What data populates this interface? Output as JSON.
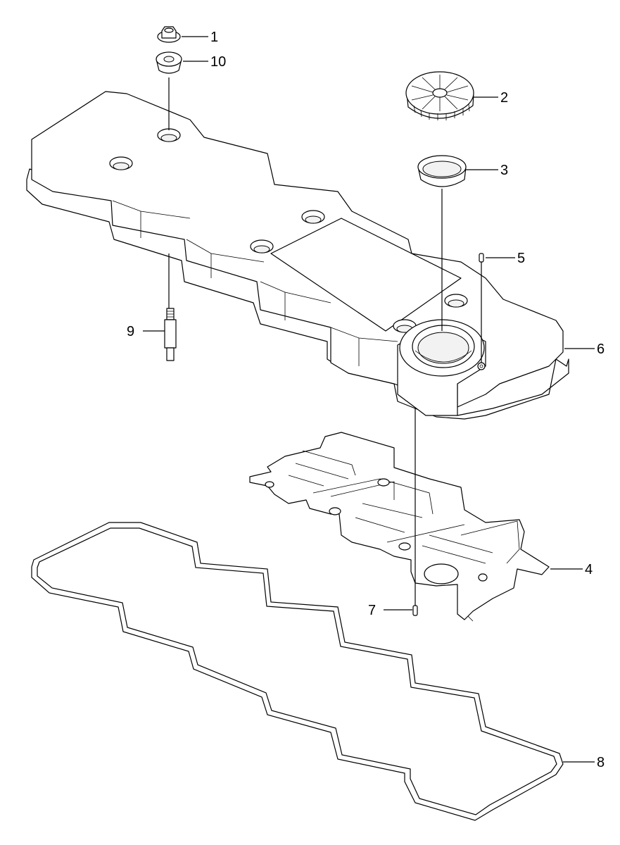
{
  "diagram": {
    "callouts": [
      {
        "id": "1",
        "label": "1"
      },
      {
        "id": "10",
        "label": "10"
      },
      {
        "id": "2",
        "label": "2"
      },
      {
        "id": "3",
        "label": "3"
      },
      {
        "id": "5",
        "label": "5"
      },
      {
        "id": "6",
        "label": "6"
      },
      {
        "id": "9",
        "label": "9"
      },
      {
        "id": "4",
        "label": "4"
      },
      {
        "id": "7",
        "label": "7"
      },
      {
        "id": "8",
        "label": "8"
      }
    ]
  }
}
